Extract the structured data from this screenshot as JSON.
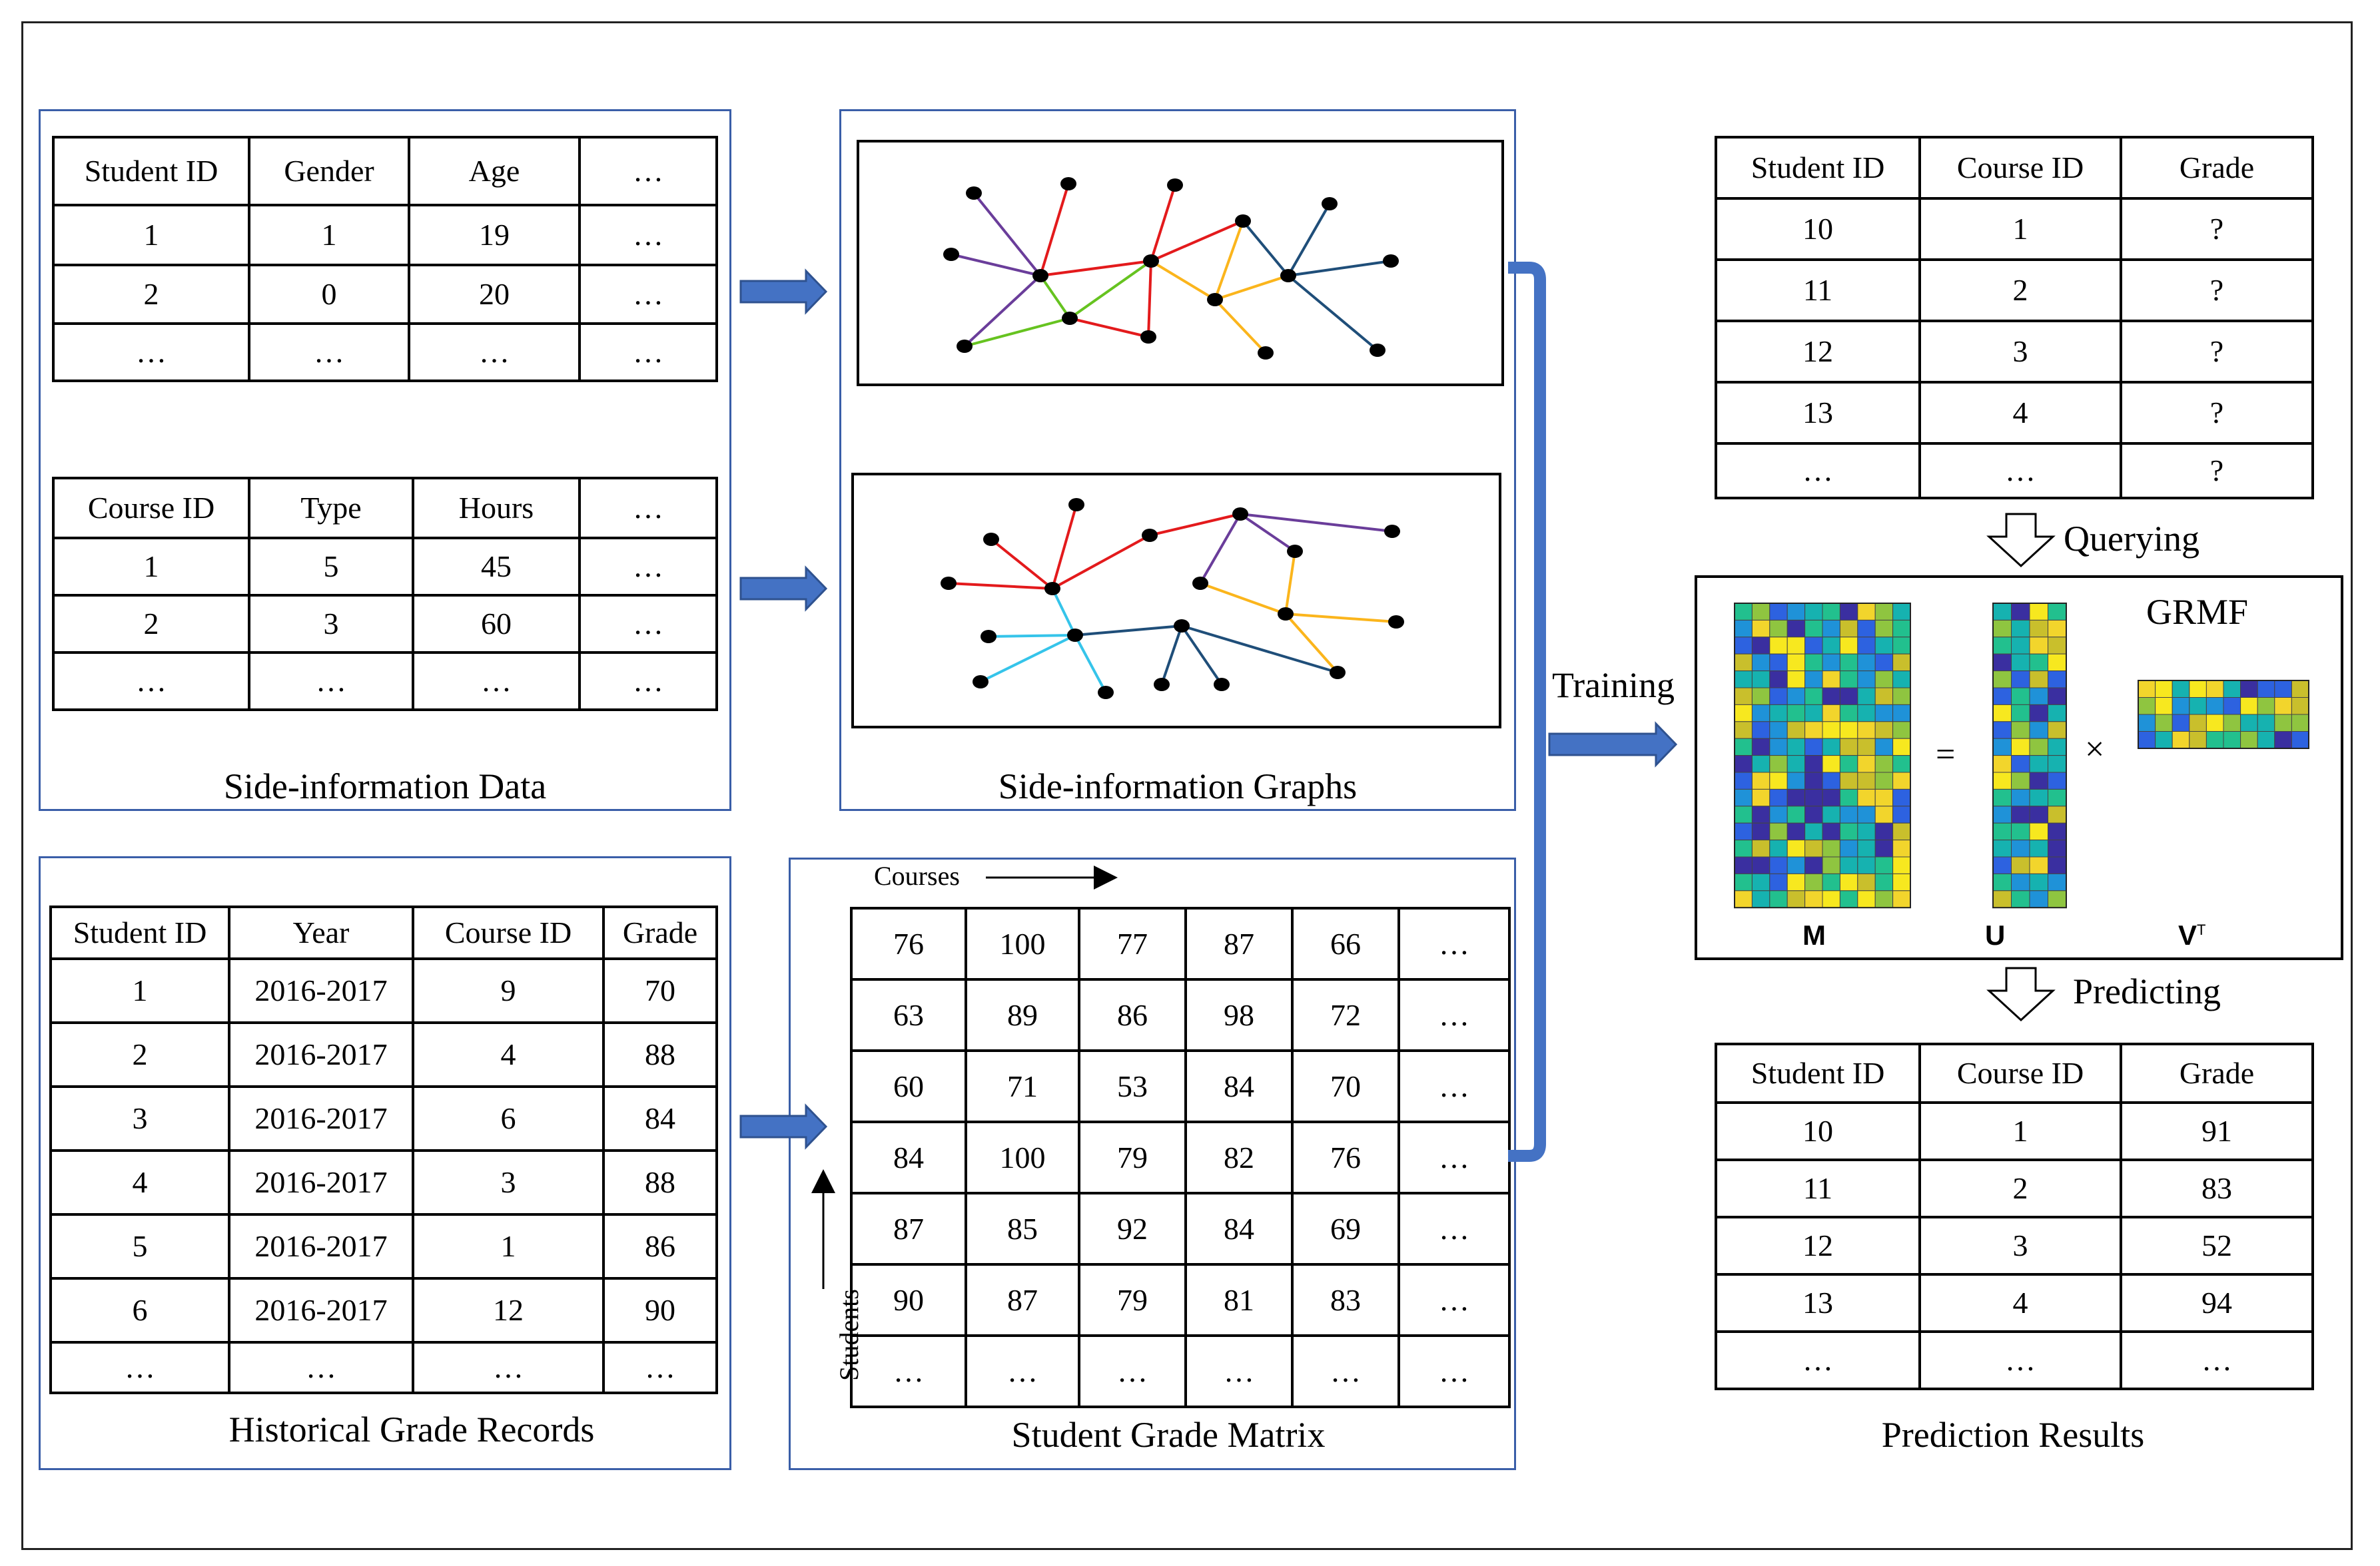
{
  "side_info": {
    "caption": "Side-information Data",
    "student_table": {
      "headers": [
        "Student ID",
        "Gender",
        "Age",
        "…"
      ],
      "rows": [
        [
          "1",
          "1",
          "19",
          "…"
        ],
        [
          "2",
          "0",
          "20",
          "…"
        ],
        [
          "…",
          "…",
          "…",
          "…"
        ]
      ]
    },
    "course_table": {
      "headers": [
        "Course ID",
        "Type",
        "Hours",
        "…"
      ],
      "rows": [
        [
          "1",
          "5",
          "45",
          "…"
        ],
        [
          "2",
          "3",
          "60",
          "…"
        ],
        [
          "…",
          "…",
          "…",
          "…"
        ]
      ]
    }
  },
  "graphs": {
    "caption": "Side-information Graphs"
  },
  "history": {
    "caption": "Historical Grade Records",
    "headers": [
      "Student ID",
      "Year",
      "Course ID",
      "Grade"
    ],
    "rows": [
      [
        "1",
        "2016-2017",
        "9",
        "70"
      ],
      [
        "2",
        "2016-2017",
        "4",
        "88"
      ],
      [
        "3",
        "2016-2017",
        "6",
        "84"
      ],
      [
        "4",
        "2016-2017",
        "3",
        "88"
      ],
      [
        "5",
        "2016-2017",
        "1",
        "86"
      ],
      [
        "6",
        "2016-2017",
        "12",
        "90"
      ],
      [
        "…",
        "…",
        "…",
        "…"
      ]
    ]
  },
  "matrix": {
    "caption": "Student Grade Matrix",
    "courses_label": "Courses",
    "students_label": "Students",
    "rows": [
      [
        "76",
        "100",
        "77",
        "87",
        "66",
        "…"
      ],
      [
        "63",
        "89",
        "86",
        "98",
        "72",
        "…"
      ],
      [
        "60",
        "71",
        "53",
        "84",
        "70",
        "…"
      ],
      [
        "84",
        "100",
        "79",
        "82",
        "76",
        "…"
      ],
      [
        "87",
        "85",
        "92",
        "84",
        "69",
        "…"
      ],
      [
        "90",
        "87",
        "79",
        "81",
        "83",
        "…"
      ],
      [
        "…",
        "…",
        "…",
        "…",
        "…",
        "…"
      ]
    ]
  },
  "training_label": "Training",
  "query": {
    "headers": [
      "Student  ID",
      "Course ID",
      "Grade"
    ],
    "rows": [
      [
        "10",
        "1",
        "?"
      ],
      [
        "11",
        "2",
        "?"
      ],
      [
        "12",
        "3",
        "?"
      ],
      [
        "13",
        "4",
        "?"
      ],
      [
        "…",
        "…",
        "?"
      ]
    ]
  },
  "querying_label": "Querying",
  "grmf": {
    "title": "GRMF",
    "equals": "=",
    "times": "×",
    "m_label": "M",
    "u_label": "U",
    "v_label": "V",
    "v_sup": "T"
  },
  "predicting_label": "Predicting",
  "prediction": {
    "caption": "Prediction Results",
    "headers": [
      "Student  ID",
      "Course ID",
      "Grade"
    ],
    "rows": [
      [
        "10",
        "1",
        "91"
      ],
      [
        "11",
        "2",
        "83"
      ],
      [
        "12",
        "3",
        "52"
      ],
      [
        "13",
        "4",
        "94"
      ],
      [
        "…",
        "…",
        "…"
      ]
    ]
  },
  "colors": {
    "panel_border": "#3a5ea8",
    "arrow_fill": "#4472c4",
    "arrow_stroke": "#2f528f",
    "edge_purple": "#6a3d9a",
    "edge_red": "#e31a1c",
    "edge_green": "#66c320",
    "edge_orange": "#fbb51c",
    "edge_navy": "#1f4e79",
    "edge_cyan": "#35c4ea",
    "heatmap": [
      "#3a2fa0",
      "#2d62e0",
      "#1f92d8",
      "#16b2b0",
      "#22c08e",
      "#8fc540",
      "#c9bf2c",
      "#f2d52c",
      "#f7e81f"
    ]
  }
}
